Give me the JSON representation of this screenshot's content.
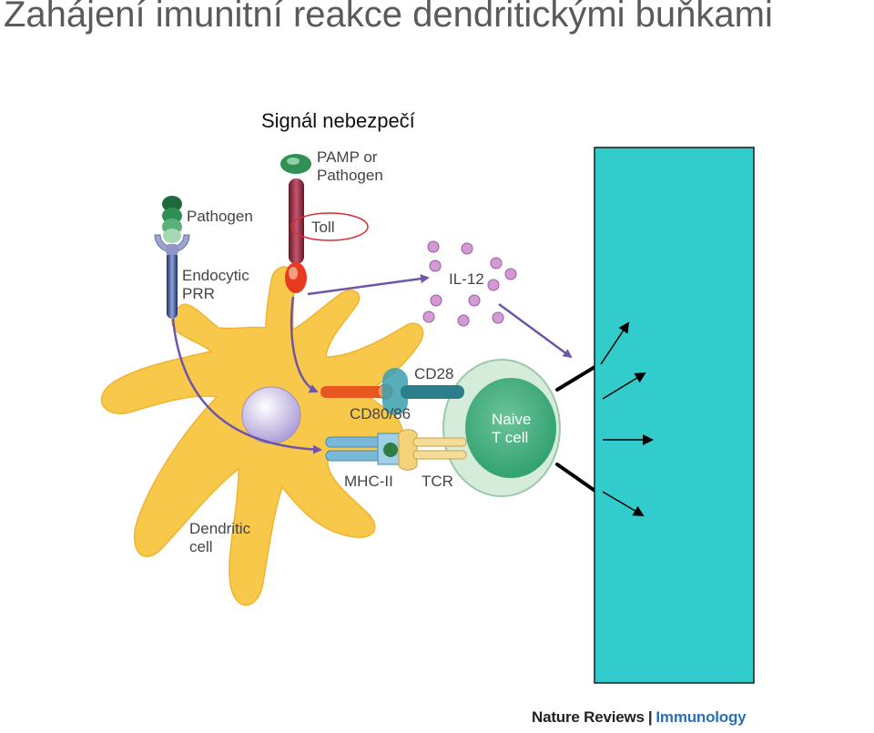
{
  "slide": {
    "title": "Zahájení imunitní reakce dendritickými buňkami",
    "subtitle": "Signál nebezpečí"
  },
  "labels": {
    "pamp_line1": "PAMP or",
    "pamp_line2": "Pathogen",
    "pathogen": "Pathogen",
    "toll": "Toll",
    "endocytic_line1": "Endocytic",
    "endocytic_line2": "PRR",
    "il12": "IL-12",
    "cd28": "CD28",
    "cd80_86": "CD80/86",
    "mhc_ii": "MHC-II",
    "tcr": "TCR",
    "naive_line1": "Naive",
    "naive_line2": "T cell",
    "dendritic_line1": "Dendritic",
    "dendritic_line2": "cell"
  },
  "credit": {
    "journal": "Nature Reviews",
    "separator": "|",
    "section": "Immunology"
  },
  "colors": {
    "title": "#5a5a5a",
    "dendritic_cell": "#f8c84a",
    "nucleus": "#b7a9d9",
    "t_cell": "#8fcfae",
    "cover_panel": "#33cccc",
    "arrow_purple": "#6e55a8",
    "highlight_red": "#d83030",
    "credit_blue": "#2b6fb5"
  }
}
